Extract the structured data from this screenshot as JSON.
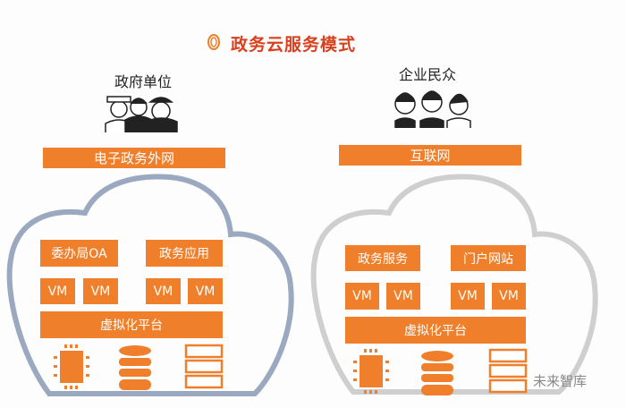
{
  "title": "政务云服务模式",
  "left": {
    "group": "政府单位",
    "network": "电子政务外网",
    "apps": [
      "委办局OA",
      "政务应用"
    ],
    "vms": [
      "VM",
      "VM",
      "VM",
      "VM"
    ],
    "platform": "虚拟化平台"
  },
  "right": {
    "group": "企业民众",
    "network": "互联网",
    "apps": [
      "政务服务",
      "门户网站"
    ],
    "vms": [
      "VM",
      "VM",
      "VM",
      "VM"
    ],
    "platform": "虚拟化平台"
  },
  "watermark": "未来智库",
  "colors": {
    "accent": "#f07f2c",
    "title": "#d9401e",
    "cloud_left": "#9aa8c0",
    "cloud_right": "#cfcfcf"
  }
}
